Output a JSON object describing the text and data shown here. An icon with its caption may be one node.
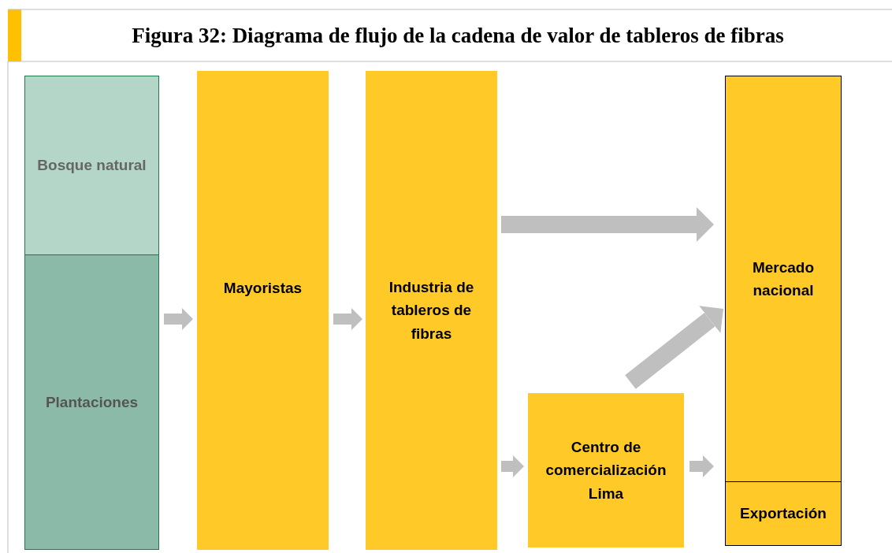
{
  "diagram": {
    "title": "Figura 32: Diagrama de flujo de la cadena de valor de tableros de fibras",
    "nodes": [
      {
        "text": [
          "Bosque natural"
        ]
      },
      {
        "text": [
          "Plantaciones"
        ]
      },
      {
        "text": [
          "Mayoristas"
        ]
      },
      {
        "text": [
          "Industria de tableros de fibras"
        ]
      },
      {
        "text": [
          "Centro de comercialización Lima"
        ]
      },
      {
        "text": [
          "Mercado nacional"
        ]
      },
      {
        "text": [
          "Exportación"
        ]
      }
    ],
    "edges": [
      {
        "from": 1,
        "to": 2,
        "arrow": "to"
      },
      {
        "from": 2,
        "to": 3,
        "arrow": "to"
      },
      {
        "from": 3,
        "to": 5,
        "arrow": "to"
      },
      {
        "from": 3,
        "to": 4,
        "arrow": "to"
      },
      {
        "from": 4,
        "to": 5,
        "arrow": "to"
      },
      {
        "from": 4,
        "to": 5,
        "arrow": "to"
      }
    ]
  }
}
